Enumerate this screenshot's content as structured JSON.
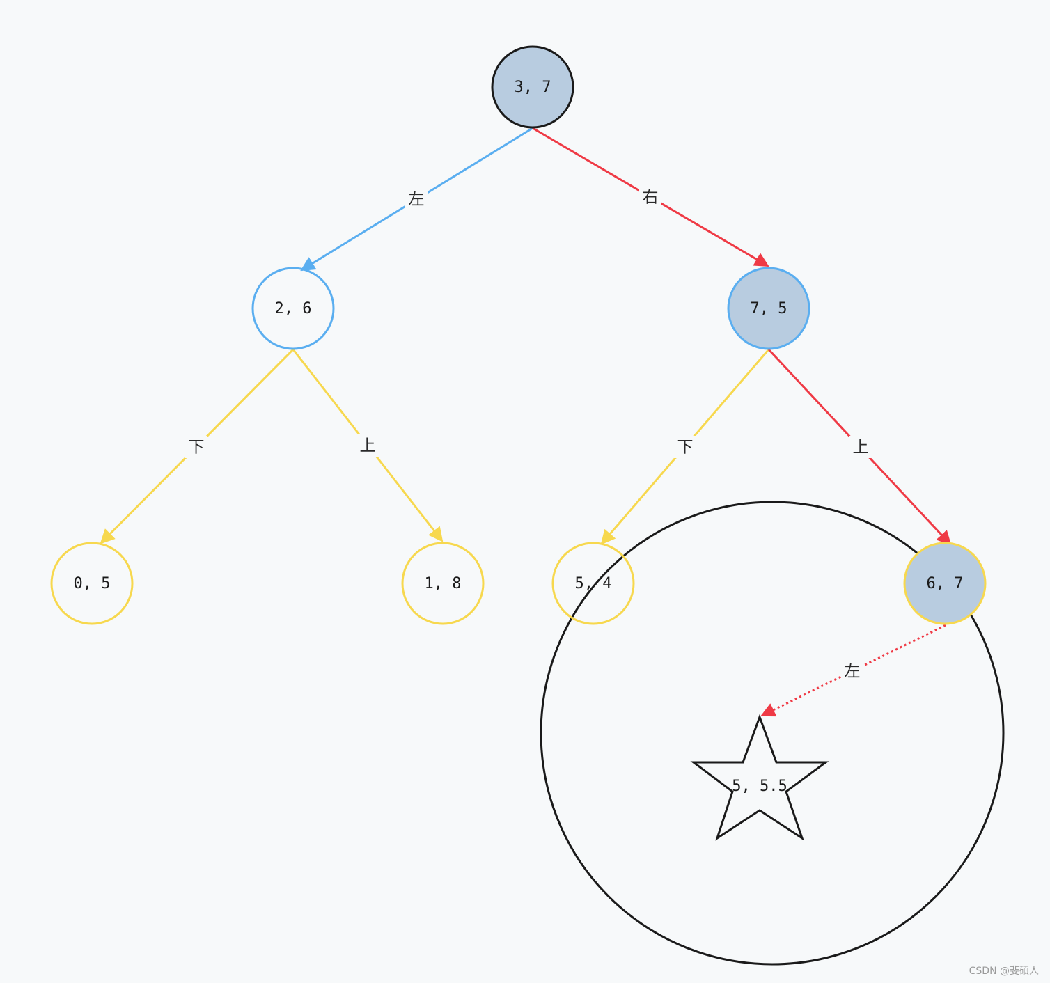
{
  "colors": {
    "blue": "#5aaef0",
    "yellow": "#f7d84e",
    "red": "#ef3a45",
    "black": "#1a1a1a",
    "highlight_fill": "#b8cce0",
    "background": "#f7f9fa"
  },
  "nodes": {
    "root": {
      "label": "3, 7",
      "highlighted": true,
      "stroke": "black"
    },
    "n_2_6": {
      "label": "2, 6",
      "highlighted": false,
      "stroke": "blue"
    },
    "n_7_5": {
      "label": "7, 5",
      "highlighted": true,
      "stroke": "blue"
    },
    "n_0_5": {
      "label": "0, 5",
      "highlighted": false,
      "stroke": "yellow"
    },
    "n_1_8": {
      "label": "1, 8",
      "highlighted": false,
      "stroke": "yellow"
    },
    "n_5_4": {
      "label": "5, 4",
      "highlighted": false,
      "stroke": "yellow"
    },
    "n_6_7": {
      "label": "6, 7",
      "highlighted": true,
      "stroke": "yellow"
    },
    "query": {
      "label": "5, 5.5",
      "shape": "star-icon"
    }
  },
  "edges": {
    "root_left": {
      "label": "左",
      "color": "blue"
    },
    "root_right": {
      "label": "右",
      "color": "red"
    },
    "n26_down": {
      "label": "下",
      "color": "yellow"
    },
    "n26_up": {
      "label": "上",
      "color": "yellow"
    },
    "n75_down": {
      "label": "下",
      "color": "yellow"
    },
    "n75_up": {
      "label": "上",
      "color": "red"
    },
    "n67_left": {
      "label": "左",
      "color": "red",
      "style": "dotted"
    }
  },
  "watermark": "CSDN @斐硕人"
}
